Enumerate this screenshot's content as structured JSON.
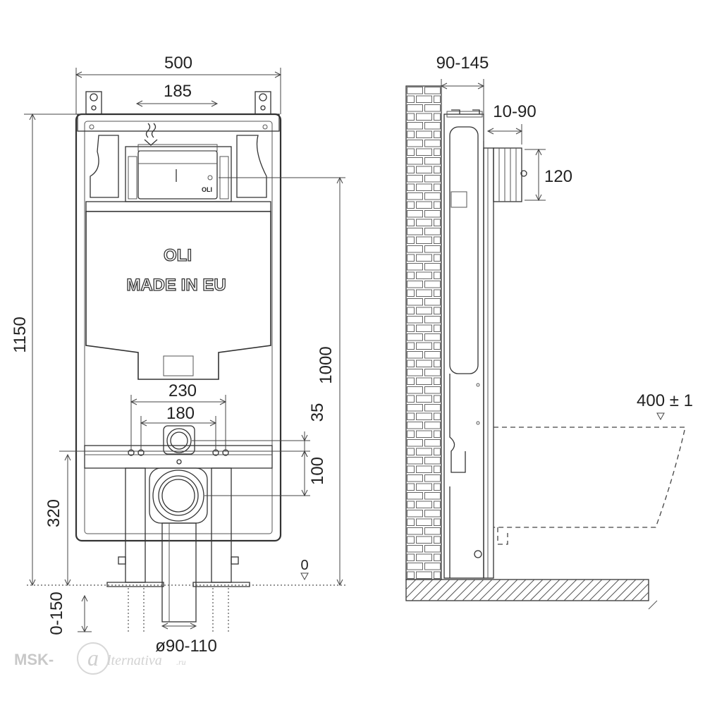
{
  "front_view": {
    "dimensions": {
      "overall_width": "500",
      "bracket_spacing": "185",
      "overall_height": "1150",
      "frame_height": "1000",
      "outlet_spacing": "230",
      "stud_spacing": "180",
      "inlet_offset": "35",
      "drain_offset": "100",
      "drain_height": "320",
      "leg_extension": "0-150",
      "drain_diameter": "ø90-110",
      "floor_level": "0"
    },
    "tank_labels": {
      "brand": "OLI",
      "origin": "MADE IN EU",
      "valve_brand": "OLI"
    }
  },
  "side_view": {
    "dimensions": {
      "depth": "90-145",
      "connection_depth": "10-90",
      "connection_height": "120",
      "bowl_height": "400 ± 1"
    }
  },
  "watermark": {
    "prefix": "MSK-",
    "suffix": "lternativa",
    "domain_suffix": ".ru"
  }
}
